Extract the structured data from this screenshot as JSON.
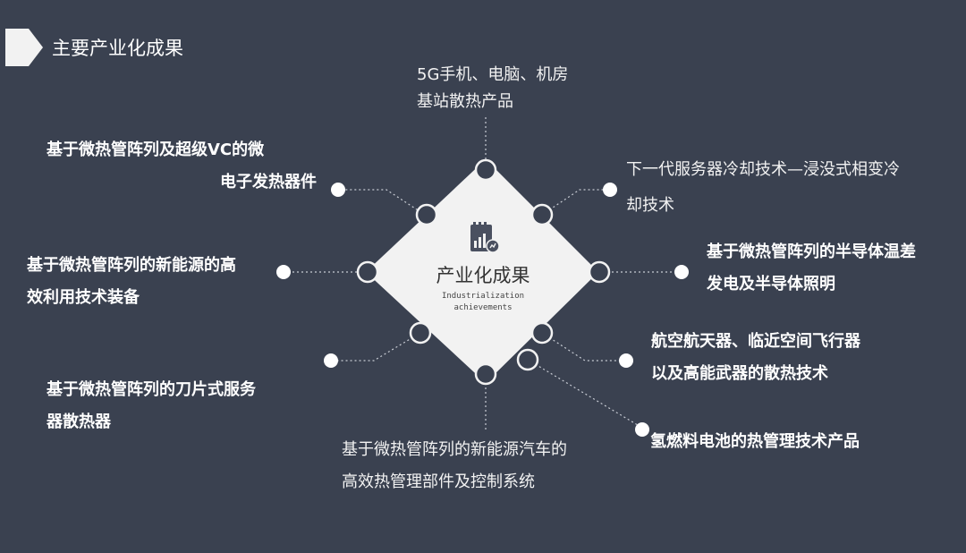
{
  "header": {
    "title": "主要产业化成果"
  },
  "center": {
    "title": "产业化成果",
    "subtitle_lines": [
      "Industrialization",
      "achievements"
    ],
    "icon": "bar-chart-document-icon"
  },
  "colors": {
    "background": "#3a4150",
    "diamond": "#f2f2f2",
    "text": "#ffffff"
  },
  "items": [
    {
      "lines": [
        "5G手机、电脑、机房",
        "基站散热产品"
      ]
    },
    {
      "lines": [
        "基于微热管阵列及超级VC的微",
        "电子发热器件"
      ]
    },
    {
      "lines": [
        "下一代服务器冷却技术—浸没式相变冷",
        "却技术"
      ]
    },
    {
      "lines": [
        "基于微热管阵列的新能源的高",
        "效利用技术装备"
      ]
    },
    {
      "lines": [
        "基于微热管阵列的半导体温差",
        "发电及半导体照明"
      ]
    },
    {
      "lines": [
        "航空航天器、临近空间飞行器",
        "以及高能武器的散热技术"
      ]
    },
    {
      "lines": [
        "基于微热管阵列的刀片式服务",
        "器散热器"
      ]
    },
    {
      "lines": [
        "氢燃料电池的热管理技术产品"
      ]
    },
    {
      "lines": [
        "基于微热管阵列的新能源汽车的",
        "高效热管理部件及控制系统"
      ]
    }
  ]
}
